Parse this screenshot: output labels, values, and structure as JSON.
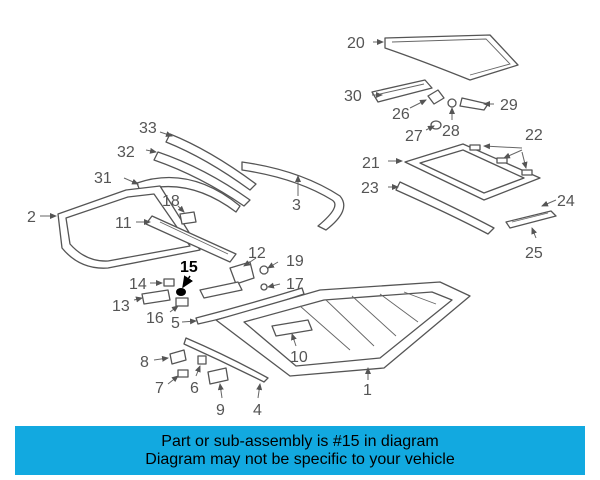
{
  "diagram": {
    "highlighted_part": "15",
    "callouts": [
      "1",
      "2",
      "3",
      "4",
      "5",
      "6",
      "7",
      "8",
      "9",
      "10",
      "11",
      "12",
      "13",
      "14",
      "15",
      "16",
      "17",
      "18",
      "19",
      "20",
      "21",
      "22",
      "23",
      "24",
      "25",
      "26",
      "27",
      "28",
      "29",
      "30",
      "31",
      "32",
      "33"
    ]
  },
  "banner": {
    "line1": "Part or sub-assembly is #15 in diagram",
    "line2": "Diagram may not be specific to your vehicle",
    "background": "#12a9e0"
  }
}
